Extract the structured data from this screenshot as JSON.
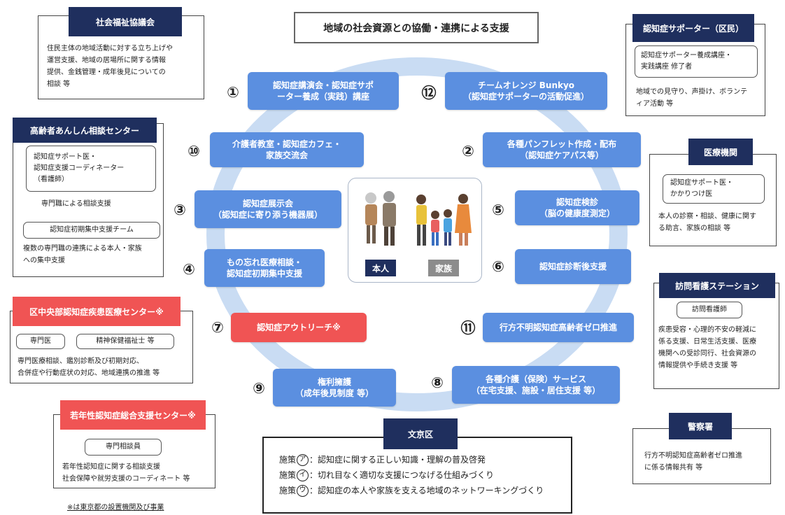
{
  "title": "地域の社会資源との協働・連携による支援",
  "center": {
    "person_label": "本人",
    "family_label": "家族"
  },
  "activities": [
    {
      "num": "①",
      "lines": [
        "認知症講演会・認知症サポ",
        "ーター養成（実践）講座"
      ]
    },
    {
      "num": "⑫",
      "lines": [
        "チームオレンジ Bunkyo",
        "（認知症サポーターの活動促進）"
      ]
    },
    {
      "num": "⑩",
      "lines": [
        "介護者教室・認知症カフェ・",
        "家族交流会"
      ]
    },
    {
      "num": "②",
      "lines": [
        "各種パンフレット作成・配布",
        "（認知症ケアパス等）"
      ]
    },
    {
      "num": "③",
      "lines": [
        "認知症展示会",
        "（認知症に寄り添う機器展）"
      ]
    },
    {
      "num": "⑤",
      "lines": [
        "認知症検診",
        "（脳の健康度測定）"
      ]
    },
    {
      "num": "④",
      "lines": [
        "もの忘れ医療相談・",
        "認知症初期集中支援"
      ]
    },
    {
      "num": "⑥",
      "lines": [
        "認知症診断後支援"
      ]
    },
    {
      "num": "⑦",
      "lines": [
        "認知症アウトリーチ※"
      ]
    },
    {
      "num": "⑪",
      "lines": [
        "行方不明認知症高齢者ゼロ推進"
      ]
    },
    {
      "num": "⑨",
      "lines": [
        "権利擁護",
        "（成年後見制度 等）"
      ]
    },
    {
      "num": "⑧",
      "lines": [
        "各種介護（保険）サービス",
        "（在宅支援、施設・居住支援 等）"
      ]
    }
  ],
  "orgs": {
    "shakai": {
      "name": "社会福祉協議会",
      "text": [
        "住民主体の地域活動に対する立ち上げや",
        "運営支援、地域の居場所に関する情報",
        "提供、金銭管理・成年後見についての",
        "相談 等"
      ]
    },
    "koureisha": {
      "name": "高齢者あんしん相談センター",
      "pill1": [
        "認知症サポート医・",
        "認知症支援コーディネーター",
        "（看護師）"
      ],
      "text1": "専門職による相談支援",
      "pill2": "認知症初期集中支援チーム",
      "text2": [
        "複数の専門職の連携による本人・家族",
        "への集中支援"
      ]
    },
    "kuchubu": {
      "name": "区中央部認知症疾患医療センター※",
      "pill1": "専門医",
      "pill2": "精神保健福祉士 等",
      "text": [
        "専門医療相談、鑑別診断及び初期対応、",
        "合併症や行動症状の対応、地域連携の推進 等"
      ]
    },
    "jakunen": {
      "name": "若年性認知症総合支援センター※",
      "pill": "専門相談員",
      "text": [
        "若年性認知症に関する相談支援",
        "社会保障や就労支援のコーディネート 等"
      ]
    },
    "supporter": {
      "name": "認知症サポーター（区民）",
      "pill": [
        "認知症サポーター養成講座・",
        "実践講座 修了者"
      ],
      "text": [
        "地域での見守り、声掛け、ボランテ",
        "ィア活動 等"
      ]
    },
    "iryo": {
      "name": "医療機関",
      "pill": [
        "認知症サポート医・",
        "かかりつけ医"
      ],
      "text": [
        "本人の診察・相談、健康に関す",
        "る助言、家族の相談 等"
      ]
    },
    "houmon": {
      "name": "訪問看護ステーション",
      "pill": "訪問看護師",
      "text": [
        "疾患受容・心理的不安の軽減に",
        "係る支援、日常生活支援、医療",
        "機関への受診同行、社会資源の",
        "情報提供や手続き支援 等"
      ]
    },
    "keisatsu": {
      "name": "警察署",
      "text": [
        "行方不明認知症高齢者ゼロ推進",
        "に係る情報共有 等"
      ]
    }
  },
  "bunkyo": {
    "name": "文京区",
    "policies": [
      {
        "prefix": "施策",
        "mark": "ア",
        "text": "：認知症に関する正しい知識・理解の普及啓発"
      },
      {
        "prefix": "施策",
        "mark": "イ",
        "text": "：切れ目なく適切な支援につなげる仕組みづくり"
      },
      {
        "prefix": "施策",
        "mark": "ウ",
        "text": "：認知症の本人や家族を支える地域のネットワーキングづくり"
      }
    ]
  },
  "footnote": "※は東京都の設置機関及び事業",
  "colors": {
    "activity": "#5b8fe0",
    "outreach": "#f05454",
    "ring": "#c9dcf3",
    "org_header": "#1f2f5e",
    "person_tag": "#1f2f5e",
    "family_tag": "#8c8c8c"
  }
}
